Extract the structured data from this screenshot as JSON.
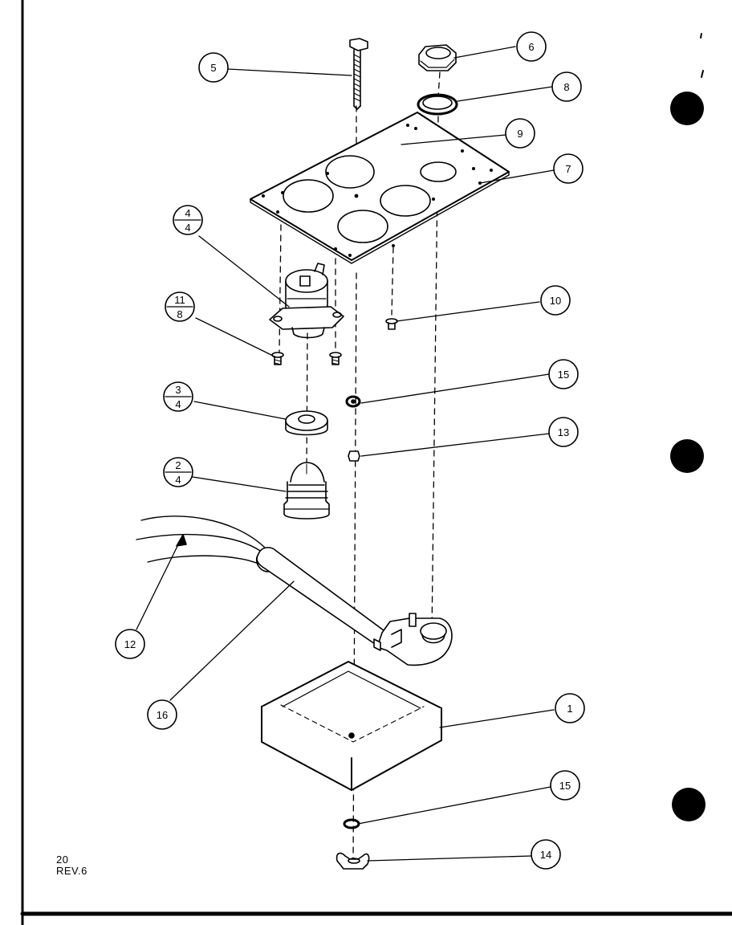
{
  "page_number": "20",
  "revision": "REV.6",
  "callouts": [
    {
      "id": "c-5",
      "text": "5"
    },
    {
      "id": "c-6",
      "text": "6"
    },
    {
      "id": "c-8",
      "text": "8"
    },
    {
      "id": "c-9",
      "text": "9"
    },
    {
      "id": "c-7",
      "text": "7"
    },
    {
      "id": "c-4-4",
      "num": "4",
      "den": "4"
    },
    {
      "id": "c-11-8",
      "num": "11",
      "den": "8"
    },
    {
      "id": "c-10",
      "text": "10"
    },
    {
      "id": "c-15a",
      "text": "15"
    },
    {
      "id": "c-3-4",
      "num": "3",
      "den": "4"
    },
    {
      "id": "c-13",
      "text": "13"
    },
    {
      "id": "c-2-4",
      "num": "2",
      "den": "4"
    },
    {
      "id": "c-12",
      "text": "12"
    },
    {
      "id": "c-16",
      "text": "16"
    },
    {
      "id": "c-1",
      "text": "1"
    },
    {
      "id": "c-15b",
      "text": "15"
    },
    {
      "id": "c-14",
      "text": "14"
    }
  ],
  "colors": {
    "ink": "#000000",
    "paper": "#ffffff"
  }
}
